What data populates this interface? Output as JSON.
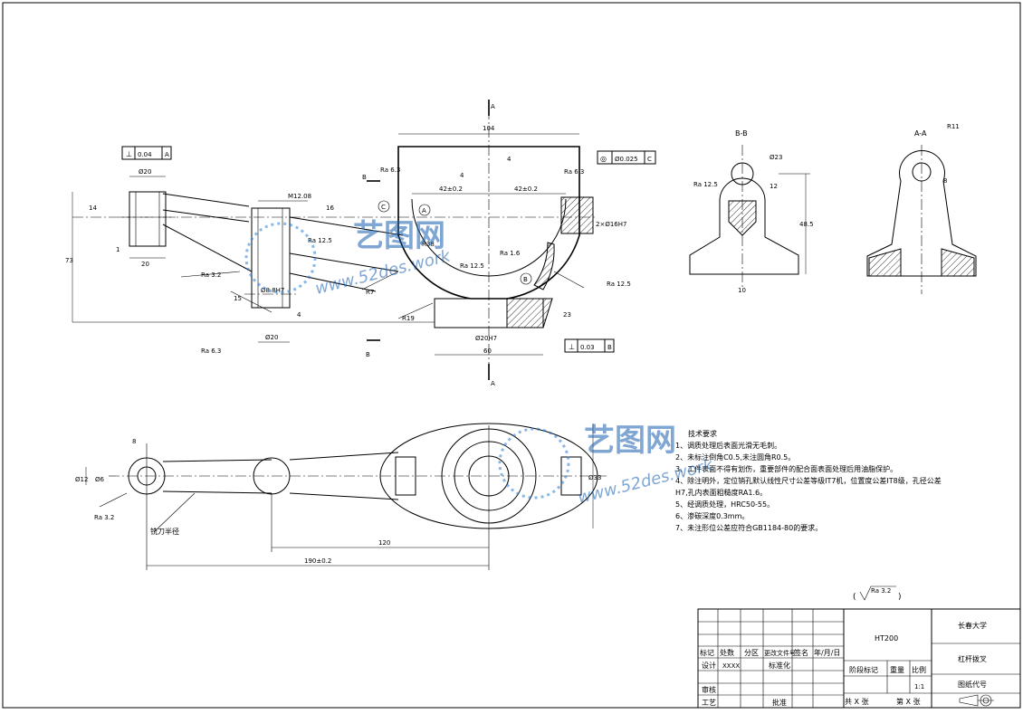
{
  "sections": {
    "bb": "B-B",
    "aa": "A-A"
  },
  "cut_letters": {
    "a": "A",
    "b": "B"
  },
  "front_view": {
    "dims": {
      "d104": "104",
      "d42a": "42±0.2",
      "d42b": "42±0.2",
      "d4a": "4",
      "d4b": "4",
      "d20": "Ø20",
      "d14": "14",
      "d73": "73",
      "d20b": "20",
      "m12": "M12.08",
      "d16": "16",
      "d1": "1",
      "d15": "15",
      "d88": "Ø8.8H7",
      "d4": "4",
      "d20c": "Ø20",
      "d20h7": "Ø20H7",
      "d60": "60",
      "d23": "23",
      "d8h7": "2×Ø16H7",
      "r38": "R38",
      "r7": "R7",
      "r19": "R19",
      "ra32": "Ra 3.2",
      "ra63a": "Ra 6.3",
      "ra63b": "Ra 6.3",
      "ra63c": "Ra 6.3",
      "ra125a": "Ra 12.5",
      "ra125b": "Ra 12.5",
      "ra16": "Ra 1.6",
      "ra125c": "Ra 12.5"
    },
    "tol_top_left": {
      "symbol": "⊥",
      "value": "0.04",
      "datum": "A"
    },
    "tol_top_right": {
      "symbol": "◎",
      "value": "Ø0.025",
      "datum": "C"
    },
    "tol_bottom": {
      "symbol": "⊥",
      "value": "0.03",
      "datum": "B"
    },
    "datum_a": "A",
    "datum_b": "B",
    "datum_c": "C"
  },
  "section_bb_dims": {
    "d23": "Ø23",
    "d12": "12",
    "d48": "48.5",
    "d10": "10",
    "ra125": "Ra 12.5"
  },
  "section_aa_dims": {
    "r11": "R11",
    "d8": "8"
  },
  "top_view": {
    "dims": {
      "d12": "Ø12",
      "d6": "Ø6",
      "d8": "8",
      "d120": "120",
      "d190": "190±0.2",
      "d33": "Ø33",
      "ra32": "Ra 3.2"
    },
    "label": "铣刀半径"
  },
  "tech_req": {
    "title": "技术要求",
    "items": [
      "1、调质处理后表面光滑无毛刺。",
      "2、未标注倒角C0.5,未注圆角R0.5。",
      "3、工件表面不得有划伤，重要部件的配合面表面处理后用油脂保护。",
      "4、除注明外，定位销孔默认线性尺寸公差等级IT7机，位置度公差IT8级，孔径公差",
      "H7,孔内表面粗糙度RA1.6。",
      "5、经调质处理，HRC50-55。",
      "6、渗碳深度0.3mm。",
      "7、未注形位公差应符合GB1184-80的要求。"
    ]
  },
  "roughness_note": "Ra 3.2",
  "title_block": {
    "material": "HT200",
    "school": "长春大学",
    "part": "杠杆拨叉",
    "drawing_code": "图纸代号",
    "headers": [
      "标记",
      "处数",
      "分区",
      "更改文件号",
      "签名",
      "年/月/日"
    ],
    "design": "设计",
    "design_name": "XXXX",
    "standard": "标准化",
    "review": "审核",
    "process": "工艺",
    "approve": "批准",
    "stage": "阶段标记",
    "weight": "重量",
    "scale_label": "比例",
    "scale": "1:1",
    "total": "共 X 张",
    "sheet": "第 X 张"
  },
  "watermark": {
    "brand": "艺图网",
    "url": "www.52des.work"
  }
}
